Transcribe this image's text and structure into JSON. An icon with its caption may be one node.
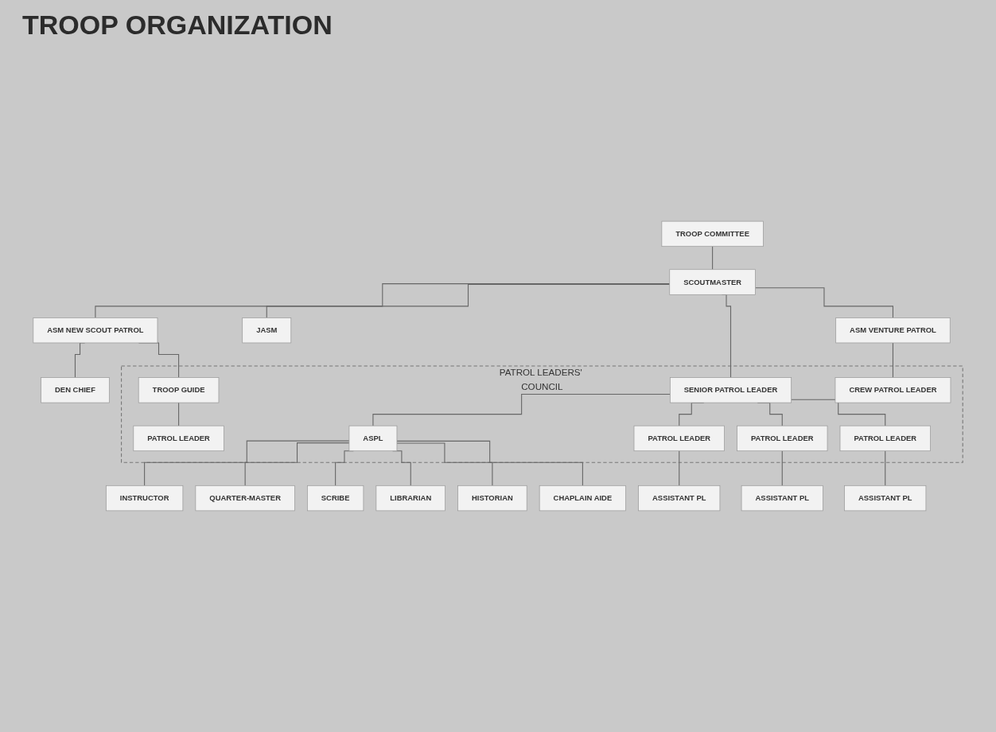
{
  "diagram": {
    "title": "TROOP ORGANIZATION",
    "nodes": [
      {
        "text": [
          "TROOP COMMITTEE"
        ]
      },
      {
        "text": [
          "SCOUTMASTER"
        ]
      },
      {
        "text": [
          "ASM NEW SCOUT PATROL"
        ]
      },
      {
        "text": [
          "JASM"
        ]
      },
      {
        "text": [
          "ASM VENTURE PATROL"
        ]
      },
      {
        "text": [
          "PATROL LEADERS' COUNCIL"
        ]
      },
      {
        "text": [
          "TROOP GUIDE"
        ],
        "in": 5
      },
      {
        "text": [
          "SENIOR PATROL LEADER"
        ],
        "in": 5
      },
      {
        "text": [
          "CREW PATROL LEADER"
        ],
        "in": 5
      },
      {
        "text": [
          "PATROL LEADER"
        ],
        "in": 5
      },
      {
        "text": [
          "ASPL"
        ],
        "in": 5
      },
      {
        "text": [
          "PATROL LEADER"
        ],
        "in": 5
      },
      {
        "text": [
          "PATROL LEADER"
        ],
        "in": 5
      },
      {
        "text": [
          "PATROL LEADER"
        ],
        "in": 5
      },
      {
        "text": [
          "DEN CHIEF"
        ]
      },
      {
        "text": [
          "ASSISTANT PL"
        ]
      },
      {
        "text": [
          "ASSISTANT PL"
        ]
      },
      {
        "text": [
          "ASSISTANT PL"
        ]
      },
      {
        "text": [
          "INSTRUCTOR"
        ]
      },
      {
        "text": [
          "QUARTER-MASTER"
        ]
      },
      {
        "text": [
          "SCRIBE"
        ]
      },
      {
        "text": [
          "LIBRARIAN"
        ]
      },
      {
        "text": [
          "HISTORIAN"
        ]
      },
      {
        "text": [
          "CHAPLAIN AIDE"
        ]
      }
    ],
    "edges": [
      {
        "from": 0,
        "to": 1,
        "arrow": "none"
      },
      {
        "from": 1,
        "to": 2,
        "arrow": "none"
      },
      {
        "from": 1,
        "to": 3,
        "arrow": "none"
      },
      {
        "from": 1,
        "to": 7,
        "arrow": "none"
      },
      {
        "from": 1,
        "to": 4,
        "arrow": "none"
      },
      {
        "from": 2,
        "to": 14,
        "arrow": "none"
      },
      {
        "from": 2,
        "to": 6,
        "arrow": "none"
      },
      {
        "from": 4,
        "to": 8,
        "arrow": "none"
      },
      {
        "from": 6,
        "to": 9,
        "arrow": "none"
      },
      {
        "from": 7,
        "to": 10,
        "arrow": "none"
      },
      {
        "from": 7,
        "to": 11,
        "arrow": "none"
      },
      {
        "from": 7,
        "to": 12,
        "arrow": "none"
      },
      {
        "from": 7,
        "to": 13,
        "arrow": "none"
      },
      {
        "from": 11,
        "to": 15,
        "arrow": "none"
      },
      {
        "from": 12,
        "to": 16,
        "arrow": "none"
      },
      {
        "from": 13,
        "to": 17,
        "arrow": "none"
      },
      {
        "from": 10,
        "to": 18,
        "arrow": "none"
      },
      {
        "from": 10,
        "to": 19,
        "arrow": "none"
      },
      {
        "from": 10,
        "to": 20,
        "arrow": "none"
      },
      {
        "from": 10,
        "to": 21,
        "arrow": "none"
      },
      {
        "from": 10,
        "to": 22,
        "arrow": "none"
      },
      {
        "from": 10,
        "to": 23,
        "arrow": "none"
      }
    ]
  }
}
